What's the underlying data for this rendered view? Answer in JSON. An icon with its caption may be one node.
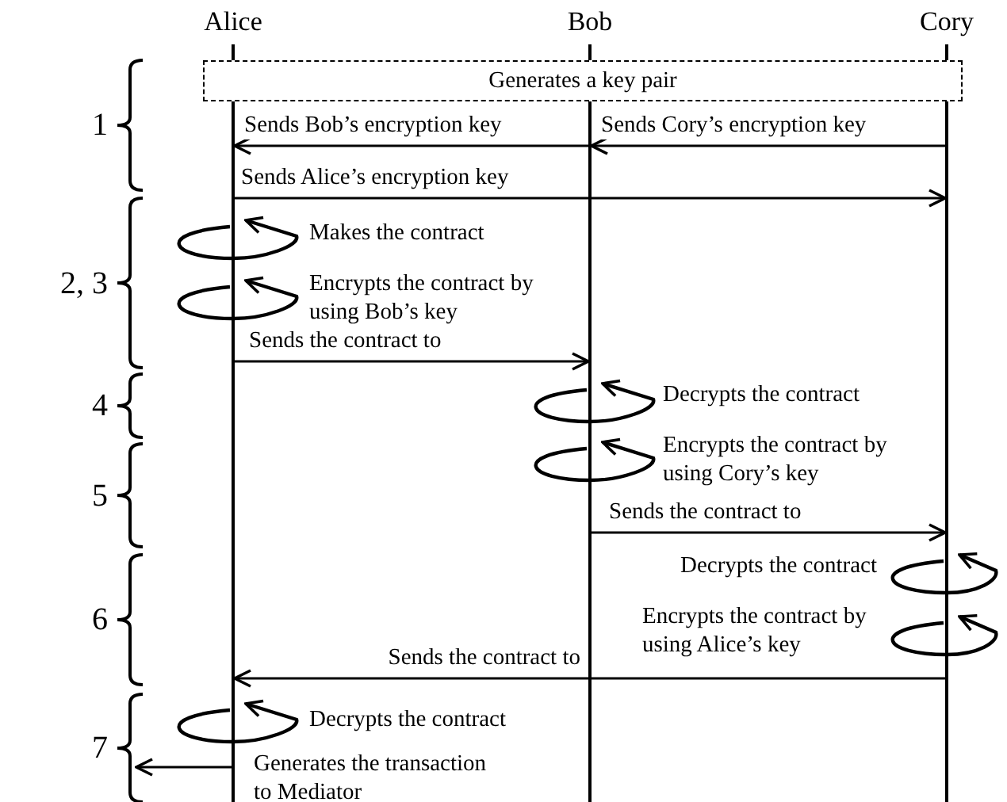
{
  "diagram": {
    "nodes": [
      {
        "text": [
          "Alice"
        ]
      },
      {
        "text": [
          "Bob"
        ]
      },
      {
        "text": [
          "Cory"
        ]
      },
      {
        "text": [
          "Generates a key pair"
        ]
      }
    ],
    "edges": [
      {
        "from": 1,
        "to": 0,
        "arrow": "to",
        "label": "Sends Bob’s encryption key"
      },
      {
        "from": 2,
        "to": 1,
        "arrow": "to",
        "label": "Sends Cory’s encryption key"
      },
      {
        "from": 0,
        "to": 2,
        "arrow": "to",
        "label": "Sends Alice’s encryption key"
      },
      {
        "from": 0,
        "to": 0,
        "arrow": "to",
        "label": "Makes the contract"
      },
      {
        "from": 0,
        "to": 0,
        "arrow": "to",
        "label": "Encrypts the contract by using Bob’s key"
      },
      {
        "from": 0,
        "to": 1,
        "arrow": "to",
        "label": "Sends the contract to"
      },
      {
        "from": 1,
        "to": 1,
        "arrow": "to",
        "label": "Decrypts the contract"
      },
      {
        "from": 1,
        "to": 1,
        "arrow": "to",
        "label": "Encrypts the contract by using Cory’s key"
      },
      {
        "from": 1,
        "to": 2,
        "arrow": "to",
        "label": "Sends the contract to"
      },
      {
        "from": 2,
        "to": 2,
        "arrow": "to",
        "label": "Decrypts the contract"
      },
      {
        "from": 2,
        "to": 2,
        "arrow": "to",
        "label": "Encrypts the contract by using Alice’s key"
      },
      {
        "from": 2,
        "to": 0,
        "arrow": "to",
        "label": "Sends the contract to"
      },
      {
        "from": 0,
        "to": 0,
        "arrow": "to",
        "label": "Decrypts the contract"
      },
      {
        "from": 0,
        "to": null,
        "arrow": "to",
        "label": "Generates the transaction to Mediator"
      }
    ],
    "labels": [
      "1",
      "2, 3",
      "4",
      "5",
      "6",
      "7"
    ]
  }
}
